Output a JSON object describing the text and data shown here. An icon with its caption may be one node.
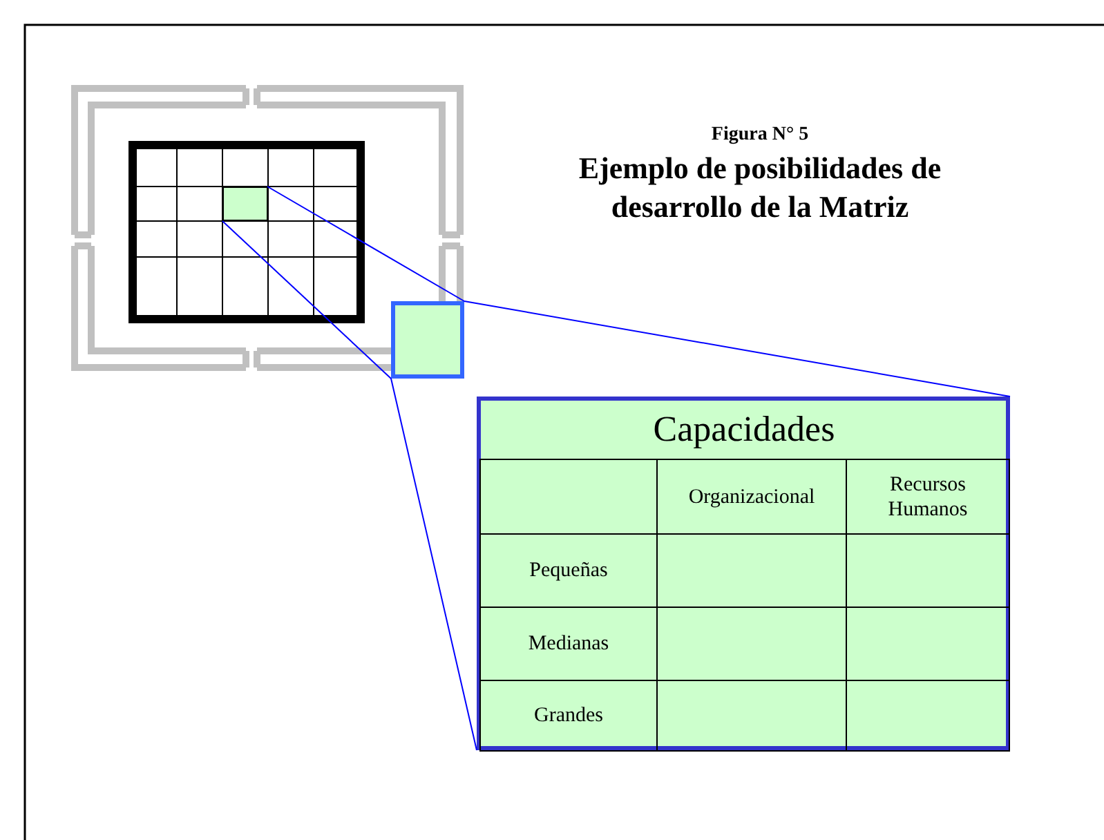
{
  "diagram": {
    "title": "Ejemplo de posibilidades de desarrollo de la Matriz",
    "nodes": [
      {
        "text": [],
        "shape": "box"
      },
      {
        "text": [],
        "shape": "box"
      },
      {
        "text": [
          "Capacidades"
        ]
      }
    ],
    "edges": [
      {
        "from": 0,
        "to": 1,
        "arrow": "none",
        "color": "#0000ff"
      },
      {
        "from": 0,
        "to": 1,
        "arrow": "none",
        "color": "#0000ff"
      },
      {
        "from": 1,
        "to": 2,
        "arrow": "none",
        "color": "#0000ff"
      },
      {
        "from": 1,
        "to": 2,
        "arrow": "none",
        "color": "#0000ff"
      }
    ],
    "labels": [
      "Figura N° 5",
      "Organizacional",
      "Recursos Humanos",
      "Pequeñas",
      "Medianas",
      "Grandes"
    ]
  }
}
